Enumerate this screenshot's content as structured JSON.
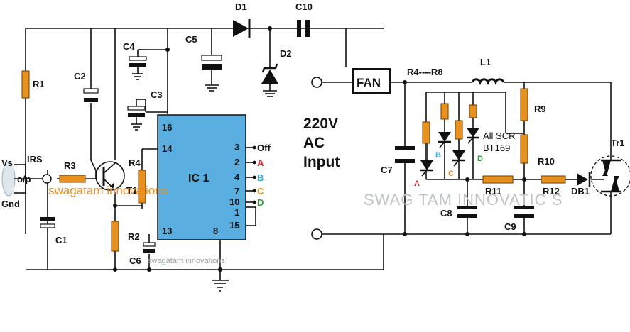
{
  "labels": {
    "D1": "D1",
    "C10": "C10",
    "C5": "C5",
    "D2": "D2",
    "C4": "C4",
    "C3": "C3",
    "C2": "C2",
    "R1": "R1",
    "IRS": "IRS",
    "Vs": "Vs",
    "op": "o/p",
    "Gnd": "Gnd",
    "R3": "R3",
    "T1": "T1",
    "R4": "R4",
    "R2": "R2",
    "C1": "C1",
    "C6": "C6",
    "IC1": "IC 1",
    "pin16": "16",
    "pin14": "14",
    "pin3": "3",
    "pin2": "2",
    "pin4": "4",
    "pin7": "7",
    "pin10": "10",
    "pin1": "1",
    "pin15": "15",
    "pin13": "13",
    "pin8": "8",
    "out_off": "Off",
    "out_a": "A",
    "out_b": "B",
    "out_c": "C",
    "out_d": "D",
    "ac_line1": "220V",
    "ac_line2": "AC",
    "ac_line3": "Input",
    "FAN": "FAN",
    "R4R8": "R4----R8",
    "L1": "L1",
    "R9": "R9",
    "Tr1": "Tr1",
    "scr_line1": "All SCR",
    "scr_line2": "BT169",
    "C7": "C7",
    "R10": "R10",
    "scrA": "A",
    "scrB": "B",
    "scrC": "C",
    "scrD": "D",
    "R11": "R11",
    "R12": "R12",
    "DB1": "DB1",
    "C8": "C8",
    "C9": "C9"
  },
  "watermarks": {
    "main": "SWAG  TAM INNOVATIC  S",
    "orange": "swagatam innovations",
    "small": "swagatam innovations"
  },
  "colors": {
    "ic_fill": "#5aaee0",
    "resistor": "#e8911f",
    "A": "#d8262a",
    "B": "#3aa7d8",
    "C": "#f28c1a",
    "D": "#2a9a3a"
  }
}
